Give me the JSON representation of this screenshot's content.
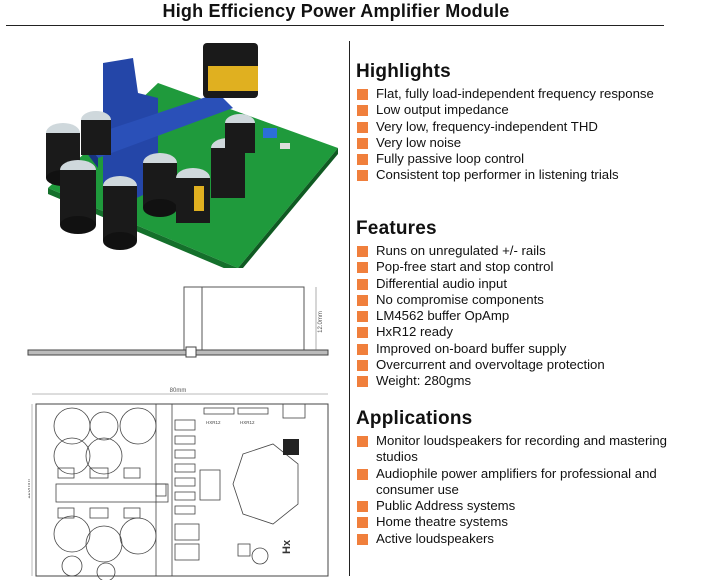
{
  "title": "High Efficiency Power Amplifier Module",
  "drawing": {
    "side_dim": "12.0mm",
    "top_dim": "80mm",
    "left_dim": "110mm",
    "logo": "Hx",
    "ic1": "HXR12",
    "ic2": "HXR12"
  },
  "sections": [
    {
      "title": "Highlights",
      "items": [
        "Flat, fully load-independent frequency response",
        "Low output impedance",
        "Very low, frequency-independent THD",
        "Very low noise",
        "Fully passive loop control",
        "Consistent top performer in listening trials"
      ]
    },
    {
      "title": "Features",
      "items": [
        "Runs on unregulated +/- rails",
        "Pop-free start and stop control",
        "Differential audio input",
        "No compromise components",
        "LM4562 buffer OpAmp",
        "HxR12 ready",
        "Improved on-board buffer supply",
        "Overcurrent and overvoltage protection",
        "Weight: 280gms"
      ]
    },
    {
      "title": "Applications",
      "items": [
        "Monitor loudspeakers for recording and mastering studios",
        "Audiophile power amplifiers for professional and consumer use",
        "Public Address systems",
        "Home theatre systems",
        "Active loudspeakers"
      ]
    }
  ],
  "colors": {
    "bullet": "#f07f3c",
    "pcb": "#1f9a3c",
    "heatsink": "#2446a8",
    "capacitor": "#1a1a1a"
  }
}
